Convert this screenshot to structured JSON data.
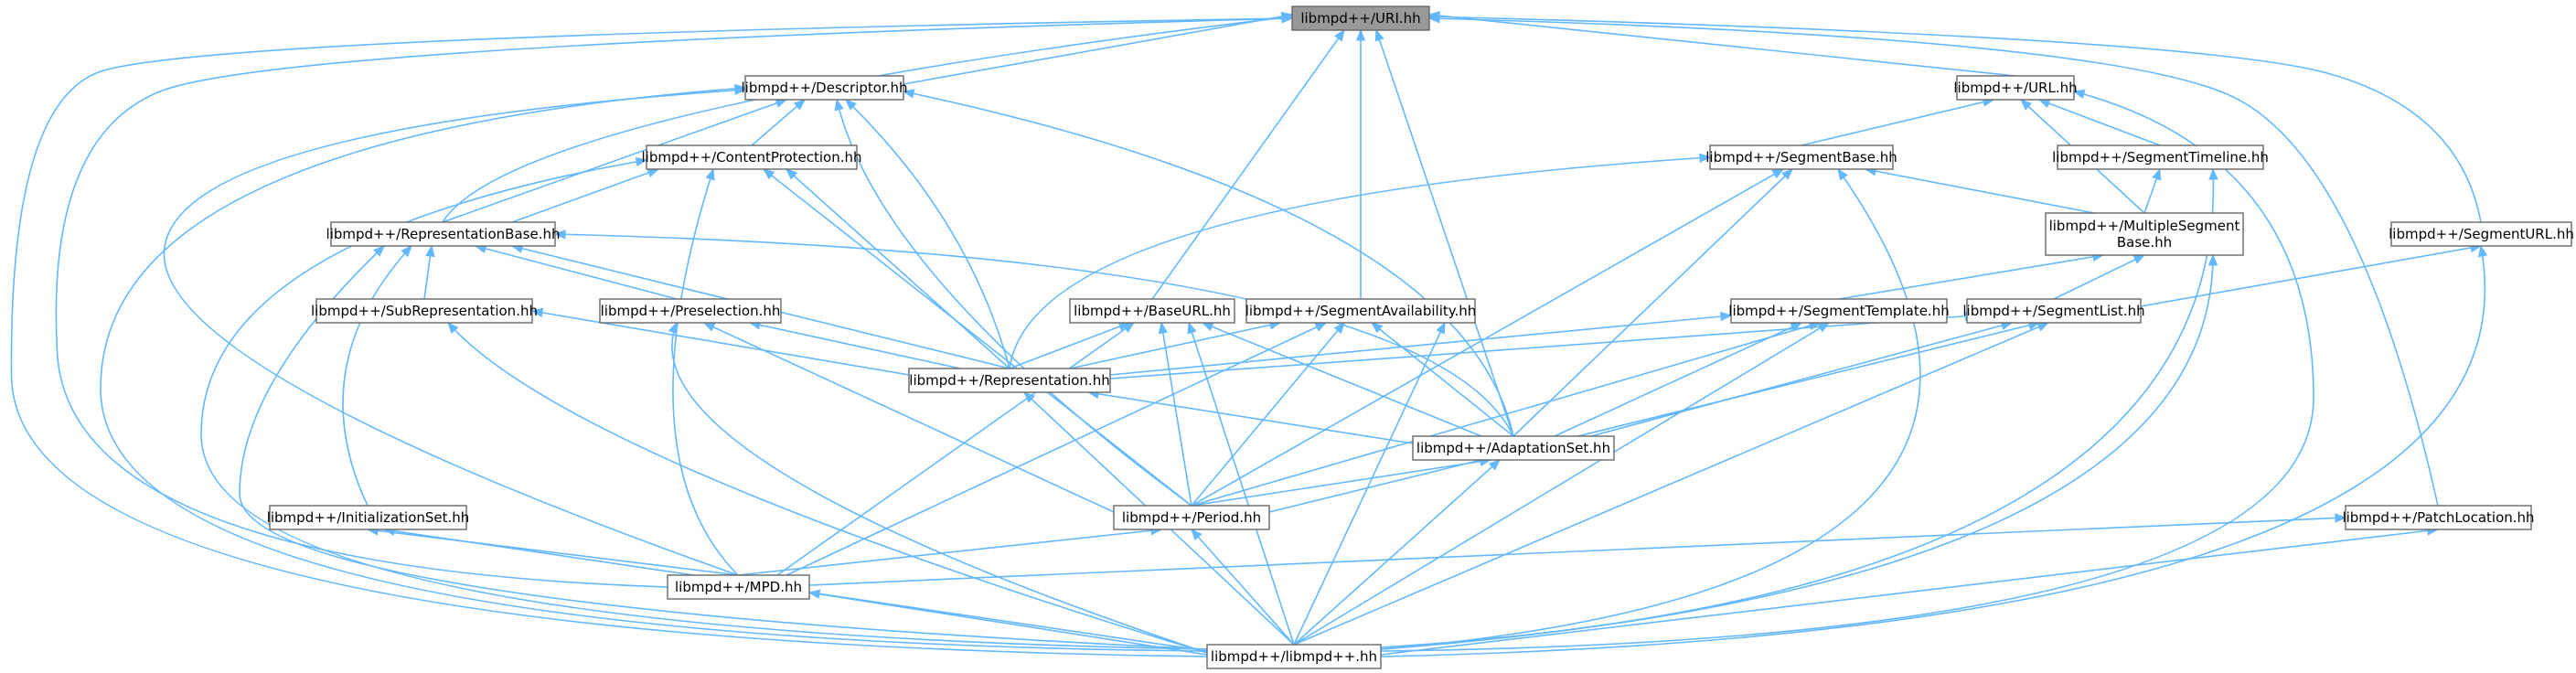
{
  "graph": {
    "root": "uri",
    "nodes": [
      {
        "id": "uri",
        "lines": [
          "libmpd++/URI.hh"
        ]
      },
      {
        "id": "descriptor",
        "lines": [
          "libmpd++/Descriptor.hh"
        ]
      },
      {
        "id": "url",
        "lines": [
          "libmpd++/URL.hh"
        ]
      },
      {
        "id": "contentprotection",
        "lines": [
          "libmpd++/ContentProtection.hh"
        ]
      },
      {
        "id": "segmentbase",
        "lines": [
          "libmpd++/SegmentBase.hh"
        ]
      },
      {
        "id": "segmenttimeline",
        "lines": [
          "libmpd++/SegmentTimeline.hh"
        ]
      },
      {
        "id": "representationbase",
        "lines": [
          "libmpd++/RepresentationBase.hh"
        ]
      },
      {
        "id": "multiplesegmentbase",
        "lines": [
          "libmpd++/MultipleSegment",
          "Base.hh"
        ]
      },
      {
        "id": "segmenturl",
        "lines": [
          "libmpd++/SegmentURL.hh"
        ]
      },
      {
        "id": "subrepresentation",
        "lines": [
          "libmpd++/SubRepresentation.hh"
        ]
      },
      {
        "id": "preselection",
        "lines": [
          "libmpd++/Preselection.hh"
        ]
      },
      {
        "id": "baseurl",
        "lines": [
          "libmpd++/BaseURL.hh"
        ]
      },
      {
        "id": "segmentavailability",
        "lines": [
          "libmpd++/SegmentAvailability.hh"
        ]
      },
      {
        "id": "segmenttemplate",
        "lines": [
          "libmpd++/SegmentTemplate.hh"
        ]
      },
      {
        "id": "segmentlist",
        "lines": [
          "libmpd++/SegmentList.hh"
        ]
      },
      {
        "id": "representation",
        "lines": [
          "libmpd++/Representation.hh"
        ]
      },
      {
        "id": "adaptationset",
        "lines": [
          "libmpd++/AdaptationSet.hh"
        ]
      },
      {
        "id": "initializationset",
        "lines": [
          "libmpd++/InitializationSet.hh"
        ]
      },
      {
        "id": "period",
        "lines": [
          "libmpd++/Period.hh"
        ]
      },
      {
        "id": "patchlocation",
        "lines": [
          "libmpd++/PatchLocation.hh"
        ]
      },
      {
        "id": "mpd",
        "lines": [
          "libmpd++/MPD.hh"
        ]
      },
      {
        "id": "libmpd",
        "lines": [
          "libmpd++/libmpd++.hh"
        ]
      }
    ],
    "edges": [
      {
        "from": "descriptor",
        "to": "uri"
      },
      {
        "from": "url",
        "to": "uri"
      },
      {
        "from": "representationbase",
        "to": "uri"
      },
      {
        "from": "baseurl",
        "to": "uri"
      },
      {
        "from": "segmentavailability",
        "to": "uri"
      },
      {
        "from": "adaptationset",
        "to": "uri"
      },
      {
        "from": "segmenturl",
        "to": "uri"
      },
      {
        "from": "patchlocation",
        "to": "uri"
      },
      {
        "from": "mpd",
        "to": "uri"
      },
      {
        "from": "libmpd",
        "to": "uri"
      },
      {
        "from": "contentprotection",
        "to": "descriptor"
      },
      {
        "from": "representationbase",
        "to": "descriptor"
      },
      {
        "from": "representation",
        "to": "descriptor"
      },
      {
        "from": "adaptationset",
        "to": "descriptor"
      },
      {
        "from": "period",
        "to": "descriptor"
      },
      {
        "from": "mpd",
        "to": "descriptor"
      },
      {
        "from": "libmpd",
        "to": "descriptor"
      },
      {
        "from": "segmentbase",
        "to": "url"
      },
      {
        "from": "segmenttimeline",
        "to": "url"
      },
      {
        "from": "multiplesegmentbase",
        "to": "url"
      },
      {
        "from": "libmpd",
        "to": "url"
      },
      {
        "from": "representationbase",
        "to": "contentprotection"
      },
      {
        "from": "representation",
        "to": "contentprotection"
      },
      {
        "from": "period",
        "to": "contentprotection"
      },
      {
        "from": "mpd",
        "to": "contentprotection"
      },
      {
        "from": "libmpd",
        "to": "contentprotection"
      },
      {
        "from": "multiplesegmentbase",
        "to": "segmentbase"
      },
      {
        "from": "representation",
        "to": "segmentbase"
      },
      {
        "from": "adaptationset",
        "to": "segmentbase"
      },
      {
        "from": "period",
        "to": "segmentbase"
      },
      {
        "from": "libmpd",
        "to": "segmentbase"
      },
      {
        "from": "multiplesegmentbase",
        "to": "segmenttimeline"
      },
      {
        "from": "libmpd",
        "to": "segmenttimeline"
      },
      {
        "from": "subrepresentation",
        "to": "representationbase"
      },
      {
        "from": "preselection",
        "to": "representationbase"
      },
      {
        "from": "initializationset",
        "to": "representationbase"
      },
      {
        "from": "representation",
        "to": "representationbase"
      },
      {
        "from": "adaptationset",
        "to": "representationbase"
      },
      {
        "from": "libmpd",
        "to": "representationbase"
      },
      {
        "from": "segmenttemplate",
        "to": "multiplesegmentbase"
      },
      {
        "from": "segmentlist",
        "to": "multiplesegmentbase"
      },
      {
        "from": "libmpd",
        "to": "multiplesegmentbase"
      },
      {
        "from": "segmentlist",
        "to": "segmenturl"
      },
      {
        "from": "libmpd",
        "to": "segmenturl"
      },
      {
        "from": "representation",
        "to": "subrepresentation"
      },
      {
        "from": "libmpd",
        "to": "subrepresentation"
      },
      {
        "from": "representation",
        "to": "preselection"
      },
      {
        "from": "period",
        "to": "preselection"
      },
      {
        "from": "libmpd",
        "to": "preselection"
      },
      {
        "from": "representation",
        "to": "baseurl"
      },
      {
        "from": "adaptationset",
        "to": "baseurl"
      },
      {
        "from": "period",
        "to": "baseurl"
      },
      {
        "from": "mpd",
        "to": "baseurl"
      },
      {
        "from": "libmpd",
        "to": "baseurl"
      },
      {
        "from": "representation",
        "to": "segmentavailability"
      },
      {
        "from": "adaptationset",
        "to": "segmentavailability"
      },
      {
        "from": "period",
        "to": "segmentavailability"
      },
      {
        "from": "mpd",
        "to": "segmentavailability"
      },
      {
        "from": "libmpd",
        "to": "segmentavailability"
      },
      {
        "from": "representation",
        "to": "segmenttemplate"
      },
      {
        "from": "adaptationset",
        "to": "segmenttemplate"
      },
      {
        "from": "period",
        "to": "segmenttemplate"
      },
      {
        "from": "libmpd",
        "to": "segmenttemplate"
      },
      {
        "from": "representation",
        "to": "segmentlist"
      },
      {
        "from": "adaptationset",
        "to": "segmentlist"
      },
      {
        "from": "period",
        "to": "segmentlist"
      },
      {
        "from": "libmpd",
        "to": "segmentlist"
      },
      {
        "from": "adaptationset",
        "to": "representation"
      },
      {
        "from": "libmpd",
        "to": "representation"
      },
      {
        "from": "period",
        "to": "adaptationset"
      },
      {
        "from": "libmpd",
        "to": "adaptationset"
      },
      {
        "from": "mpd",
        "to": "initializationset"
      },
      {
        "from": "libmpd",
        "to": "initializationset"
      },
      {
        "from": "mpd",
        "to": "period"
      },
      {
        "from": "libmpd",
        "to": "period"
      },
      {
        "from": "mpd",
        "to": "patchlocation"
      },
      {
        "from": "libmpd",
        "to": "patchlocation"
      },
      {
        "from": "libmpd",
        "to": "mpd"
      }
    ]
  },
  "colors": {
    "edge": "#63b8ff",
    "node_border": "#666666",
    "node_fill": "#ffffff",
    "root_fill": "#999999",
    "text": "#000000"
  }
}
